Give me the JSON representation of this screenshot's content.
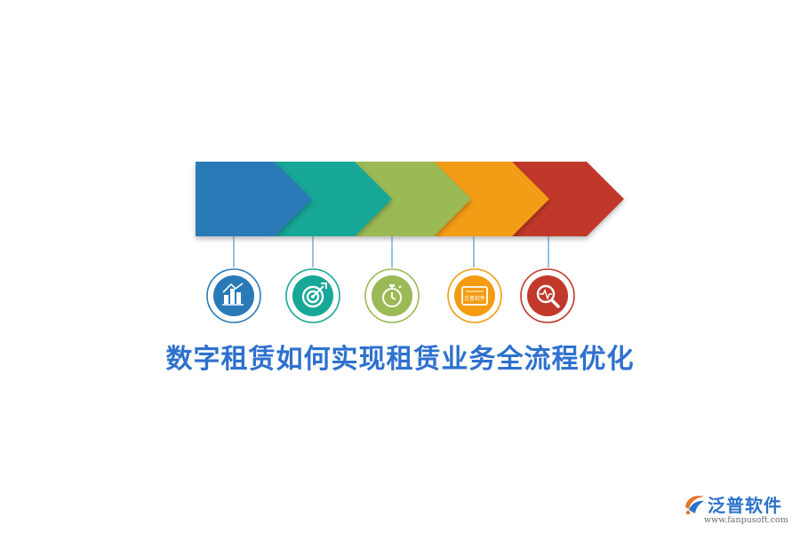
{
  "diagram": {
    "steps": [
      {
        "color": "#2a7ab8",
        "icon": "bar-chart-icon"
      },
      {
        "color": "#16a797",
        "icon": "target-icon"
      },
      {
        "color": "#9bb954",
        "icon": "stopwatch-icon"
      },
      {
        "color": "#f39c12",
        "icon": "signboard-icon",
        "icon_text": "泛普软件"
      },
      {
        "color": "#c0392b",
        "icon": "magnifier-icon"
      }
    ],
    "connector_color": "#2e82c4",
    "title": "数字租赁如何实现租赁业务全流程优化",
    "title_color": "#2e71ce"
  },
  "brand": {
    "name": "泛普软件",
    "url": "www.fanpusoft.com",
    "name_color": "#2b72c9",
    "accent_color": "#e8742a",
    "url_color": "#6a6a6a"
  }
}
